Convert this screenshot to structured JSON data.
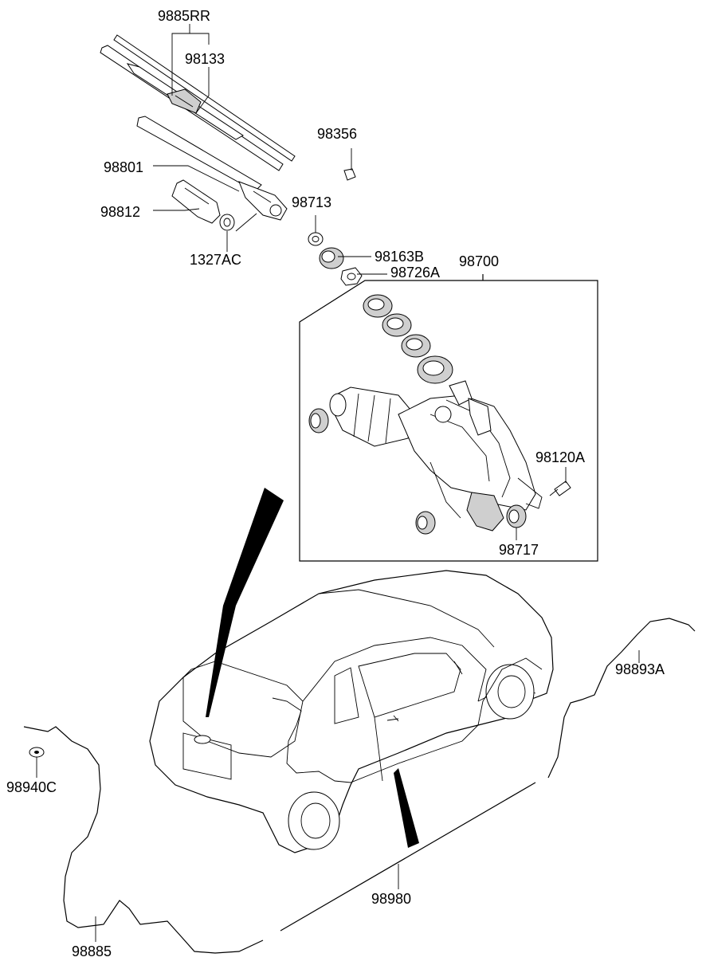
{
  "labels": {
    "p9885RR": "9885RR",
    "p98133": "98133",
    "p98356": "98356",
    "p98801": "98801",
    "p98713": "98713",
    "p98812": "98812",
    "p1327AC": "1327AC",
    "p98163B": "98163B",
    "p98700": "98700",
    "p98726A": "98726A",
    "p98120A": "98120A",
    "p98717": "98717",
    "p98893A": "98893A",
    "p98940C": "98940C",
    "p98980": "98980",
    "p98885": "98885"
  }
}
